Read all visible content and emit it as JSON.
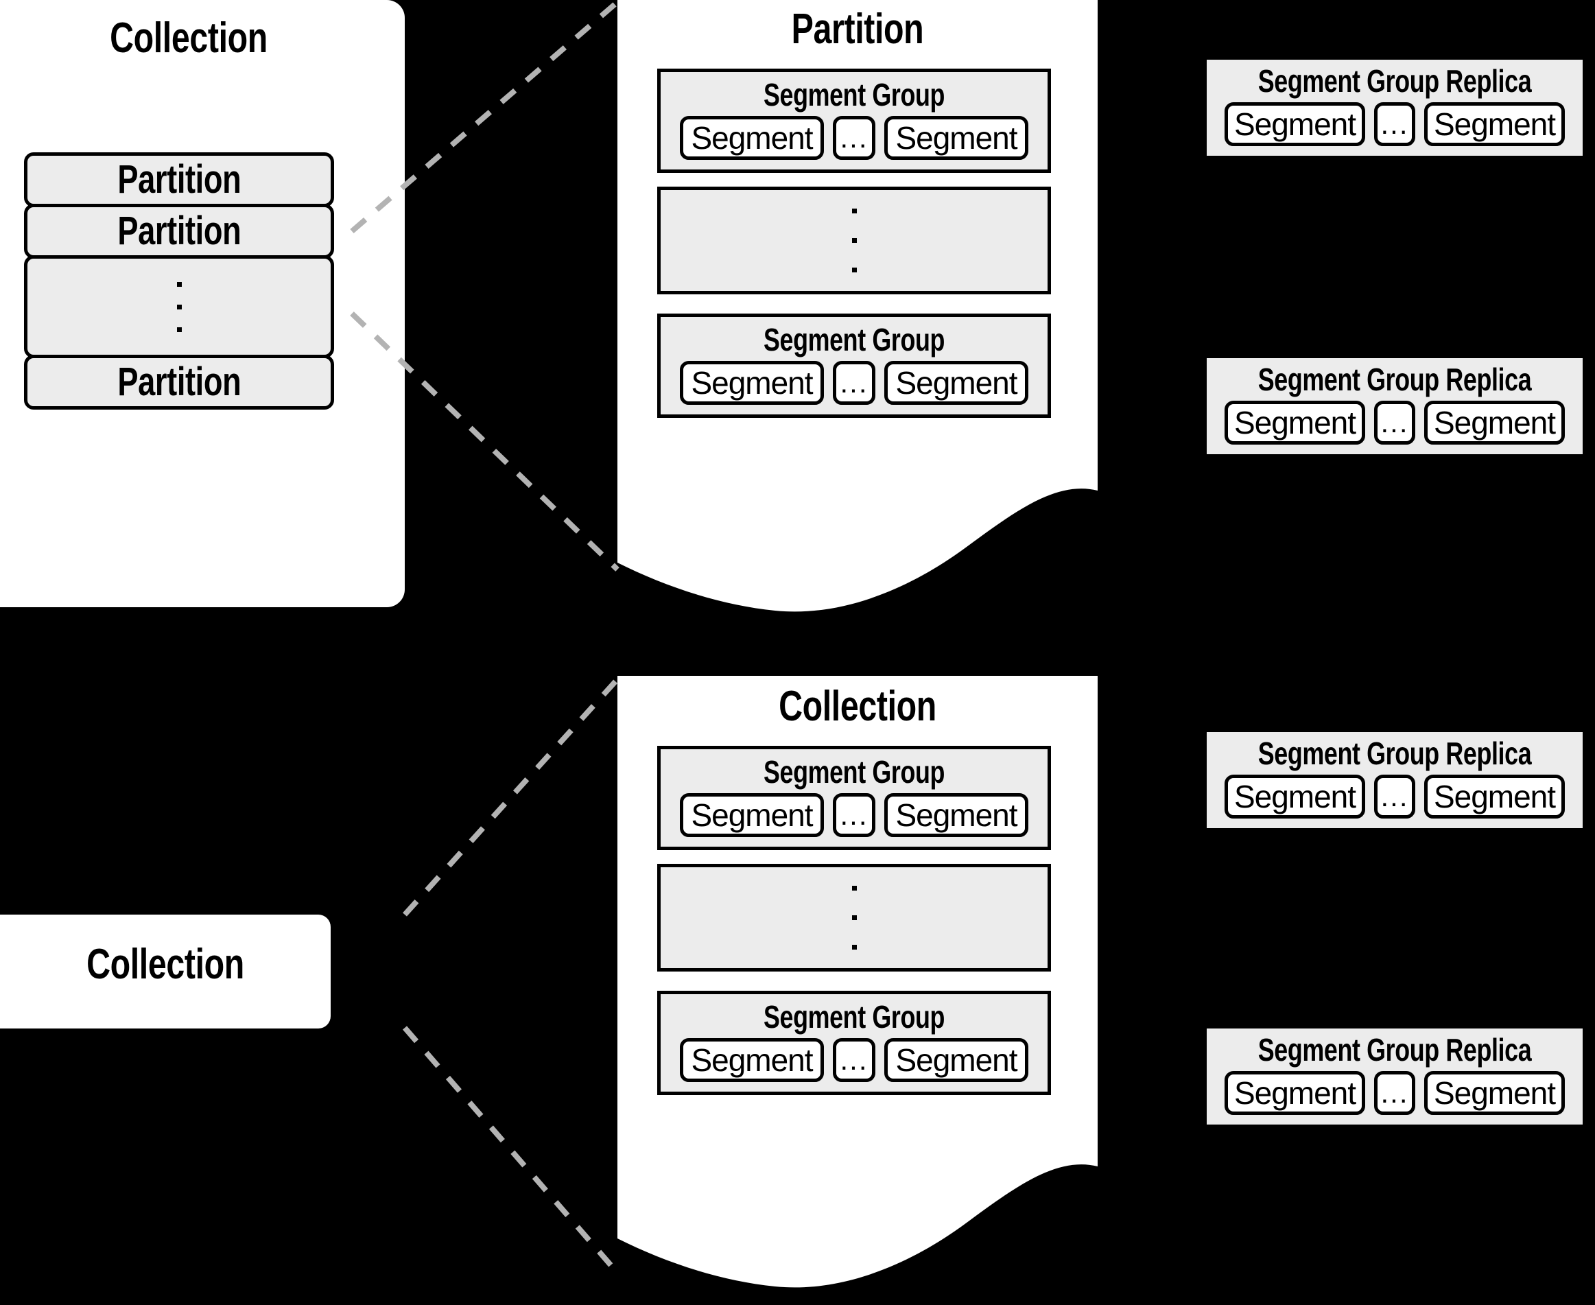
{
  "diagram": {
    "background_color": "#000000",
    "panel_color": "#ffffff",
    "box_fill": "#ececec",
    "stroke_color": "#000000",
    "connector_color": "#b3b3b3",
    "labels": {
      "collection": "Collection",
      "partition": "Partition",
      "segment_group": "Segment Group",
      "segment_group_replica": "Segment Group Replica",
      "segment": "Segment",
      "ellipsis": "...",
      "vertical_dots": "·"
    }
  },
  "collection_panel": {
    "title": "Collection",
    "partitions": [
      {
        "label": "Partition",
        "type": "box"
      },
      {
        "label": "Partition",
        "type": "box"
      },
      {
        "label": "",
        "type": "dots"
      },
      {
        "label": "Partition",
        "type": "box"
      }
    ]
  },
  "collection_small": {
    "title": "Collection"
  },
  "partition_panel": {
    "title": "Partition",
    "groups": [
      {
        "title": "Segment Group",
        "segments": [
          "Segment",
          "...",
          "Segment"
        ]
      },
      {
        "title": "",
        "type": "dots"
      },
      {
        "title": "Segment Group",
        "segments": [
          "Segment",
          "...",
          "Segment"
        ]
      }
    ]
  },
  "collection_detail_panel": {
    "title": "Collection",
    "groups": [
      {
        "title": "Segment Group",
        "segments": [
          "Segment",
          "...",
          "Segment"
        ]
      },
      {
        "title": "",
        "type": "dots"
      },
      {
        "title": "Segment Group",
        "segments": [
          "Segment",
          "...",
          "Segment"
        ]
      }
    ]
  },
  "replicas": [
    {
      "title": "Segment Group Replica",
      "segments": [
        "Segment",
        "...",
        "Segment"
      ]
    },
    {
      "title": "Segment Group Replica",
      "segments": [
        "Segment",
        "...",
        "Segment"
      ]
    },
    {
      "title": "Segment Group Replica",
      "segments": [
        "Segment",
        "...",
        "Segment"
      ]
    },
    {
      "title": "Segment Group Replica",
      "segments": [
        "Segment",
        "...",
        "Segment"
      ]
    }
  ]
}
